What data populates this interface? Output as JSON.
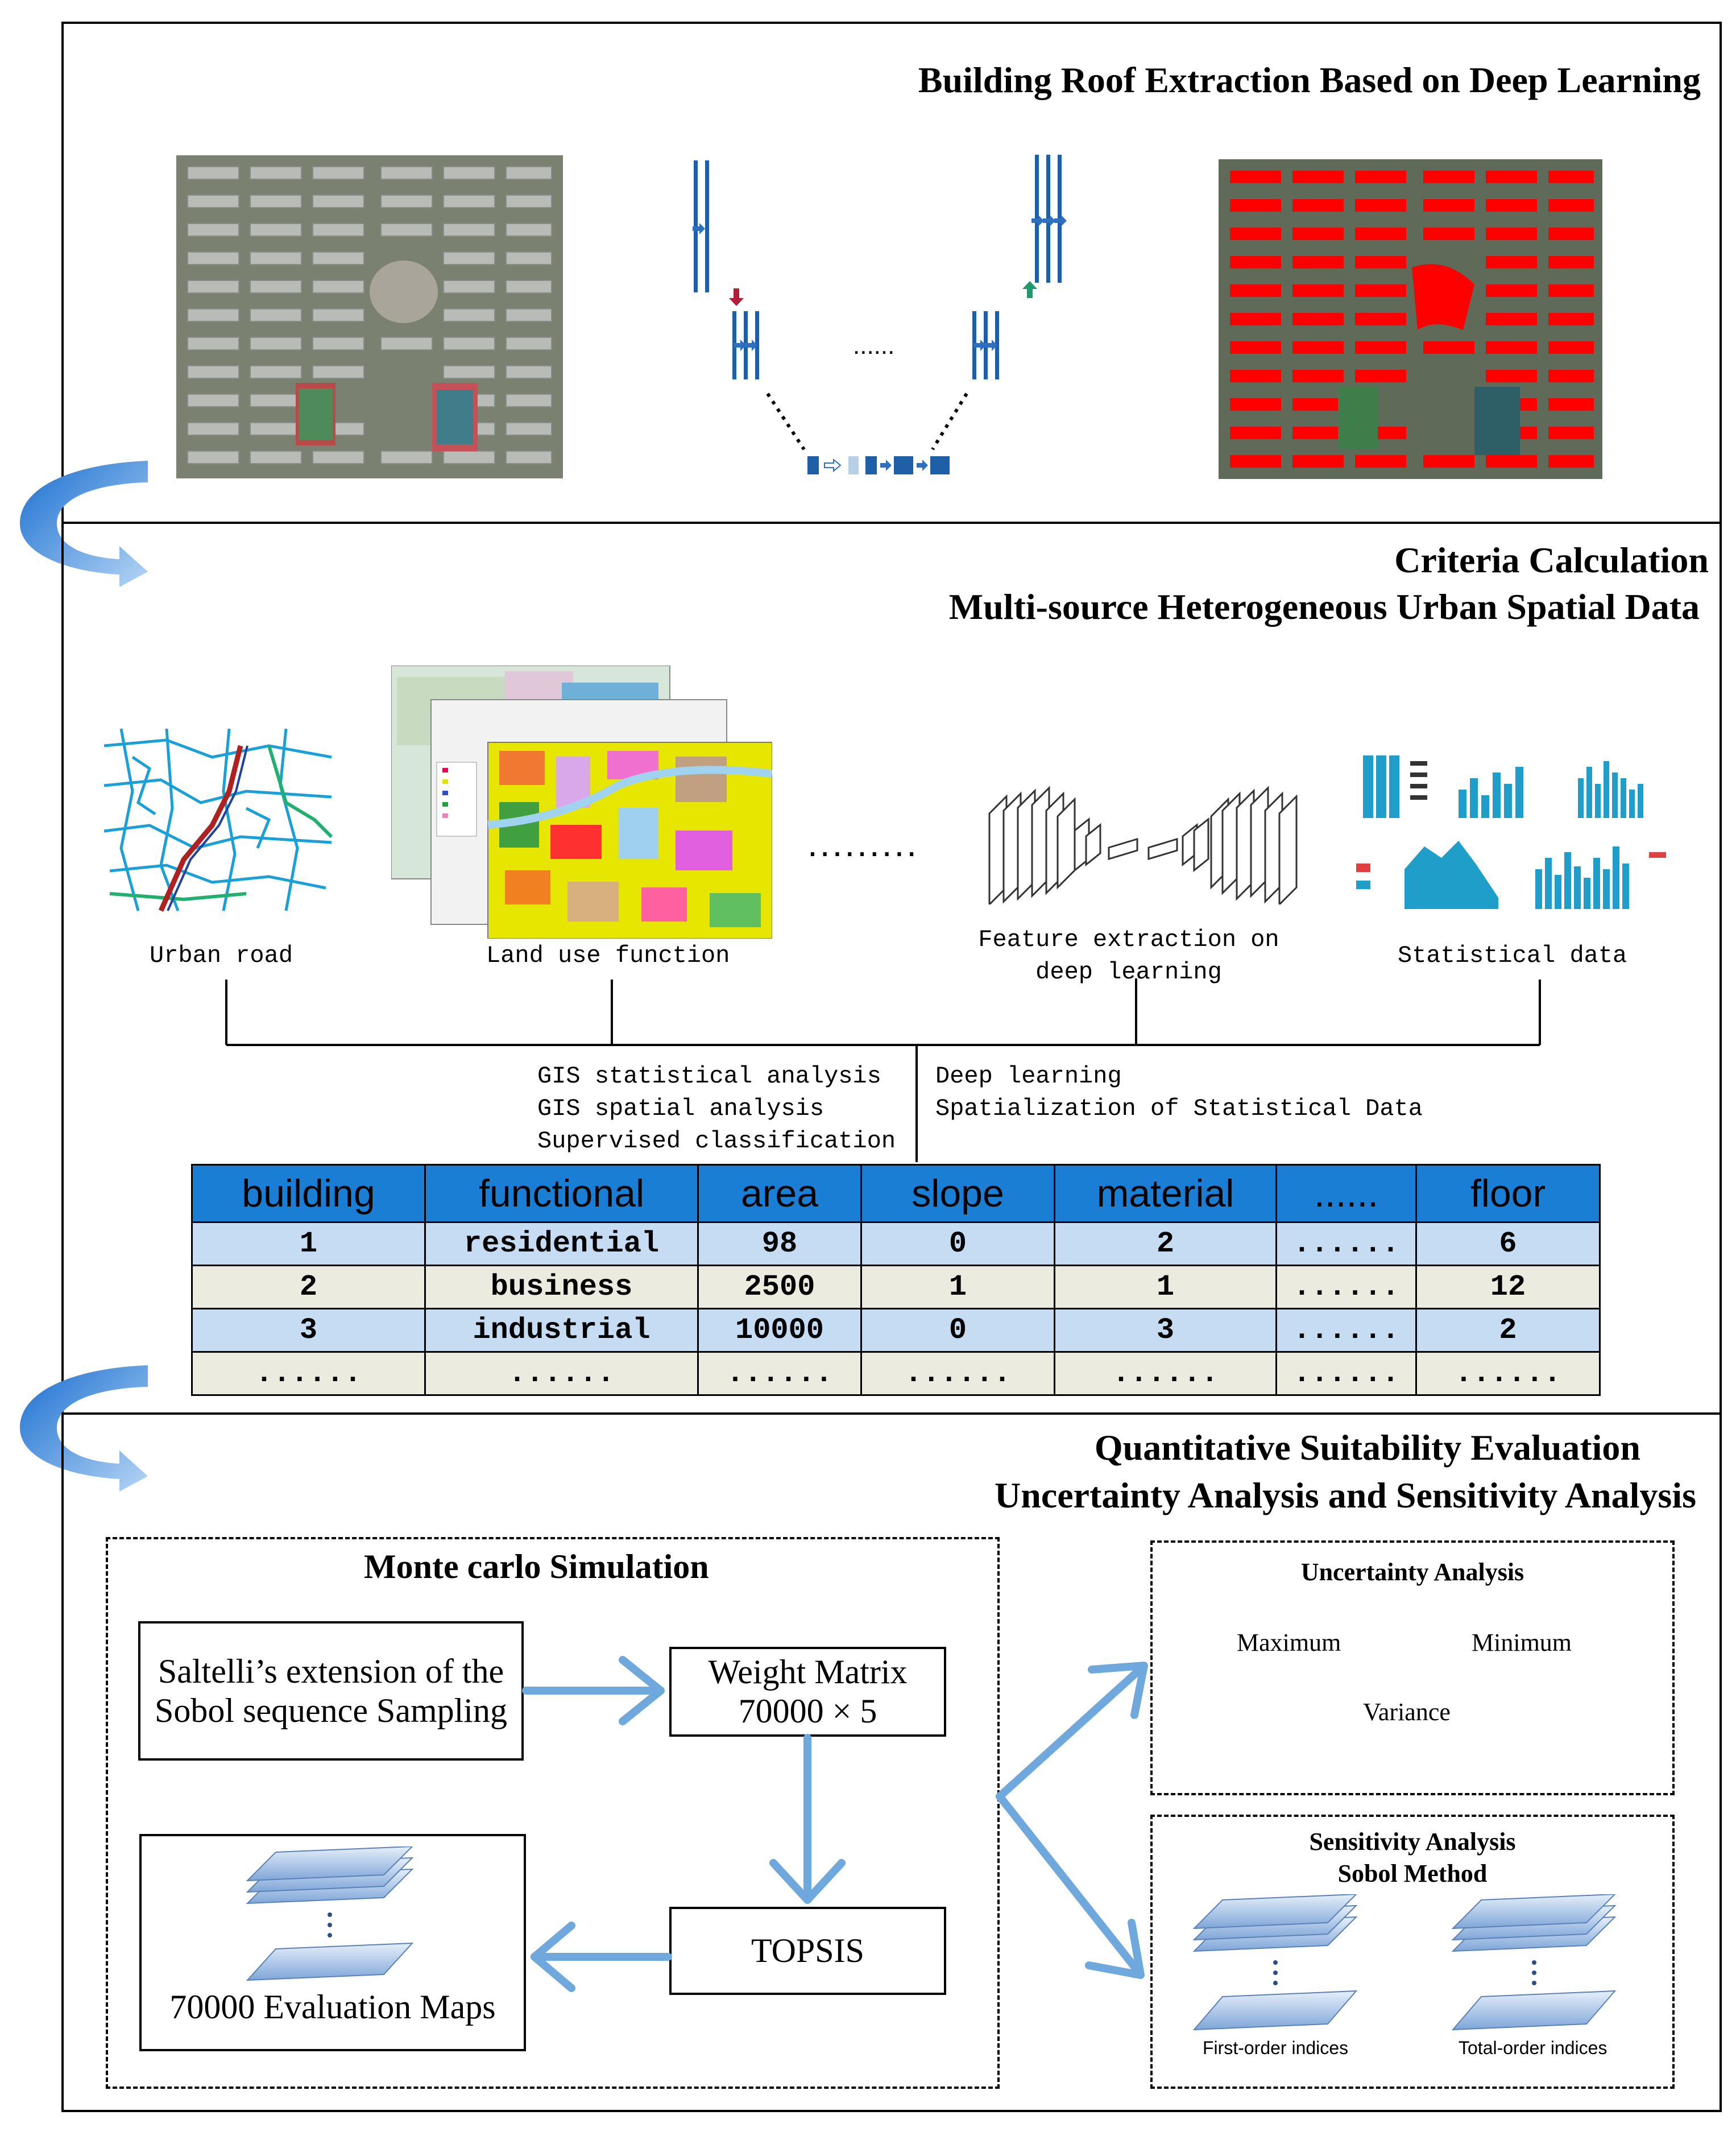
{
  "section1": {
    "title": "Building Roof Extraction Based on Deep Learning",
    "ellipsis": "......"
  },
  "section2": {
    "title_line1": "Criteria Calculation",
    "title_line2": "Multi-source Heterogeneous Urban Spatial Data",
    "sources": [
      {
        "label": "Urban road"
      },
      {
        "label": "Land use function"
      },
      {
        "label": "Feature extraction on deep learning"
      },
      {
        "label": "Statistical data"
      }
    ],
    "dots": ".........",
    "methods_left": [
      "GIS statistical analysis",
      "GIS spatial analysis",
      "Supervised classification"
    ],
    "methods_right": [
      "Deep learning",
      "Spatialization of Statistical Data"
    ],
    "table": {
      "headers": [
        "building",
        "functional",
        "area",
        "slope",
        "material",
        "......",
        "floor"
      ],
      "rows": [
        [
          "1",
          "residential",
          "98",
          "0",
          "2",
          "......",
          "6"
        ],
        [
          "2",
          "business",
          "2500",
          "1",
          "1",
          "......",
          "12"
        ],
        [
          "3",
          "industrial",
          "10000",
          "0",
          "3",
          "......",
          "2"
        ],
        [
          "......",
          "......",
          "......",
          "......",
          "......",
          "......",
          "......"
        ]
      ]
    }
  },
  "section3": {
    "title_line1": "Quantitative Suitability Evaluation",
    "title_line2": "Uncertainty Analysis and Sensitivity Analysis",
    "monte_carlo_title": "Monte carlo Simulation",
    "sampling_line1": "Saltelli’s extension of the",
    "sampling_line2": "Sobol sequence Sampling",
    "weight_line1": "Weight Matrix",
    "weight_line2": "70000 × 5",
    "topsis": "TOPSIS",
    "eval_maps": "70000 Evaluation Maps",
    "uncertainty_title": "Uncertainty Analysis",
    "uncertainty_max": "Maximum",
    "uncertainty_min": "Minimum",
    "uncertainty_var": "Variance",
    "sensitivity_line1": "Sensitivity Analysis",
    "sensitivity_line2": "Sobol Method",
    "first_order": "First-order indices",
    "total_order": "Total-order indices"
  },
  "colors": {
    "table_header": "#1a7fd4",
    "row_blue": "#c5dcf3",
    "row_beige": "#ecebe0",
    "arrow_blue": "#6fa8dc",
    "unet_blue": "#1f5fa8",
    "building_red": "#ff0000"
  }
}
